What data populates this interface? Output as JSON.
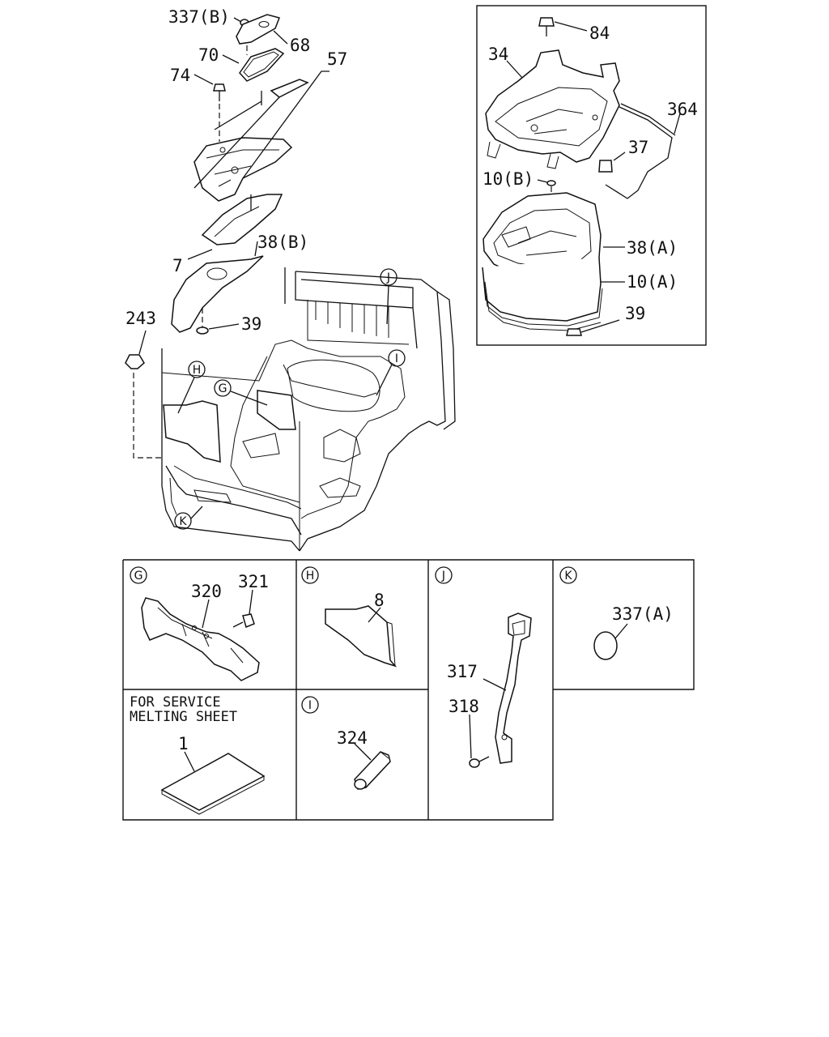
{
  "main_view": {
    "callouts": {
      "c337b": "337(B)",
      "c68": "68",
      "c70": "70",
      "c57": "57",
      "c74": "74",
      "c7": "7",
      "c38b": "38(B)",
      "c243": "243",
      "c39": "39"
    },
    "circle_refs": {
      "h": "H",
      "g": "G",
      "j": "J",
      "i": "I",
      "k": "K"
    }
  },
  "inset": {
    "callouts": {
      "c84": "84",
      "c34": "34",
      "c364": "364",
      "c37": "37",
      "c10b": "10(B)",
      "c38a": "38(A)",
      "c10a": "10(A)",
      "c39": "39"
    }
  },
  "detail_panels": {
    "g": {
      "ref": "G",
      "parts": [
        "320",
        "321"
      ]
    },
    "h": {
      "ref": "H",
      "parts": [
        "8"
      ]
    },
    "j": {
      "ref": "J",
      "parts": [
        "317",
        "318"
      ]
    },
    "k": {
      "ref": "K",
      "parts": [
        "337(A)"
      ]
    },
    "service": {
      "line1": "FOR SERVICE",
      "line2": "MELTING SHEET",
      "parts": [
        "1"
      ]
    },
    "i": {
      "ref": "I",
      "parts": [
        "324"
      ]
    }
  }
}
